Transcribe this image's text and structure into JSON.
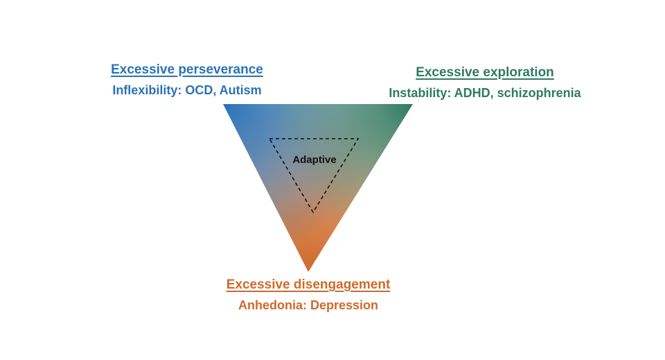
{
  "colors": {
    "blue": "#2a72b5",
    "green": "#2e7a63",
    "orange": "#cf6a2a",
    "center_fill": "#f3ede5",
    "dash": "#111111"
  },
  "top_left": {
    "heading": "Excessive perseverance",
    "subtext": "Inflexibility: OCD, Autism"
  },
  "top_right": {
    "heading": "Excessive exploration",
    "subtext": "Instability: ADHD, schizophrenia"
  },
  "bottom": {
    "heading": "Excessive disengagement",
    "subtext": "Anhedonia: Depression"
  },
  "center": {
    "label": "Adaptive"
  }
}
